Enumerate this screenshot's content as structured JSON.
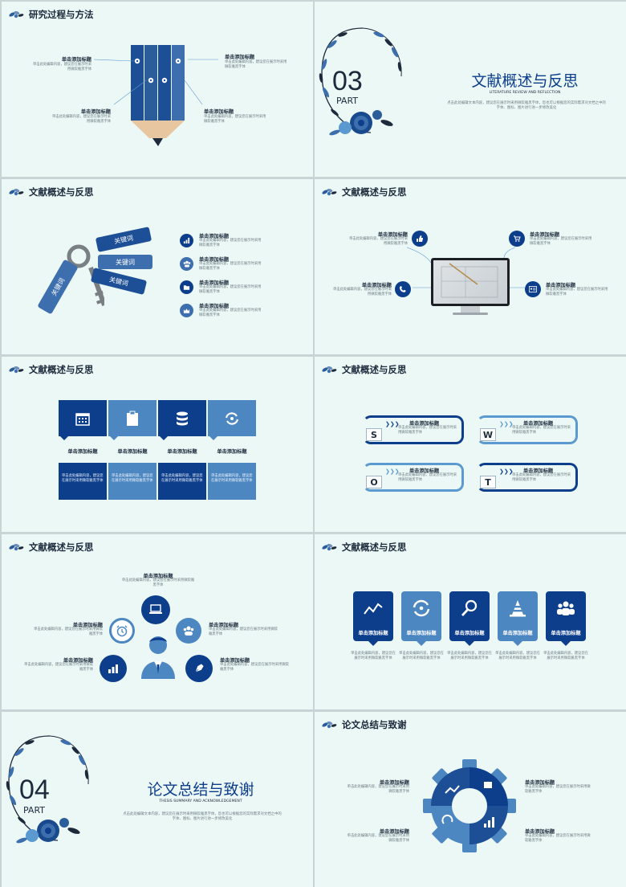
{
  "colors": {
    "dark": "#0d3e8c",
    "mid": "#3d6fae",
    "light": "#5b9ad0",
    "bg": "#ecf8f6"
  },
  "t": "单击添加标题",
  "b": "单击此处编辑内容，建议您在展示时采用微软雅黑字体",
  "s1": {
    "header": "研究过程与方法"
  },
  "s2": {
    "num": "03",
    "part": "PART",
    "title": "文献概述与反思",
    "subtitle": "LITERATURE REVIEW AND REFLECTION",
    "body": "点击此处编辑文本内容，建议您在展示时采用微软雅黑字体，您也可以根据您的实际需求对文档之中的字体、图标、图片进行进一步修改美化"
  },
  "s3": {
    "header": "文献概述与反思",
    "keywords": [
      "关键词",
      "关键词",
      "关键词",
      "关键词"
    ]
  },
  "s4": {
    "header": "文献概述与反思"
  },
  "s5": {
    "header": "文献概述与反思"
  },
  "s6": {
    "header": "文献概述与反思",
    "letters": [
      "S",
      "W",
      "O",
      "T"
    ]
  },
  "s7": {
    "header": "文献概述与反思"
  },
  "s8": {
    "header": "文献概述与反思"
  },
  "s9": {
    "num": "04",
    "part": "PART",
    "title": "论文总结与致谢",
    "subtitle": "THESIS SUMMARY AND ACKNOWLEDGEMENT",
    "body": "点击此处编辑文本内容，建议您在展示时采用微软雅黑字体，您也可以根据您的实际需求对文档之中的字体、图标、图片进行进一步修改美化"
  },
  "s10": {
    "header": "论文总结与致谢"
  }
}
